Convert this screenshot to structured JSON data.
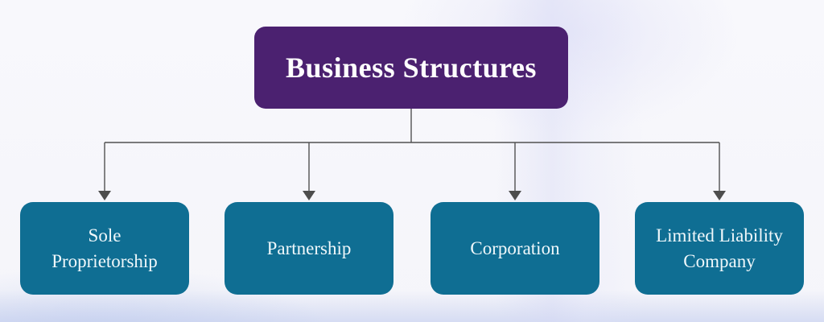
{
  "diagram": {
    "title": "Business Structures",
    "root": {
      "label": "Business Structures"
    },
    "children": [
      {
        "label": "Sole Proprietorship"
      },
      {
        "label": "Partnership"
      },
      {
        "label": "Corporation"
      },
      {
        "label": "Limited Liability Company"
      }
    ]
  },
  "colors": {
    "root_box": "#4b2170",
    "root_text": "#ffffff",
    "child_box": "#0f6e93",
    "child_text": "#f0f8fb",
    "connector": "#515151",
    "arrowhead": "#4d4d4d",
    "background": "#f6f6fa"
  }
}
